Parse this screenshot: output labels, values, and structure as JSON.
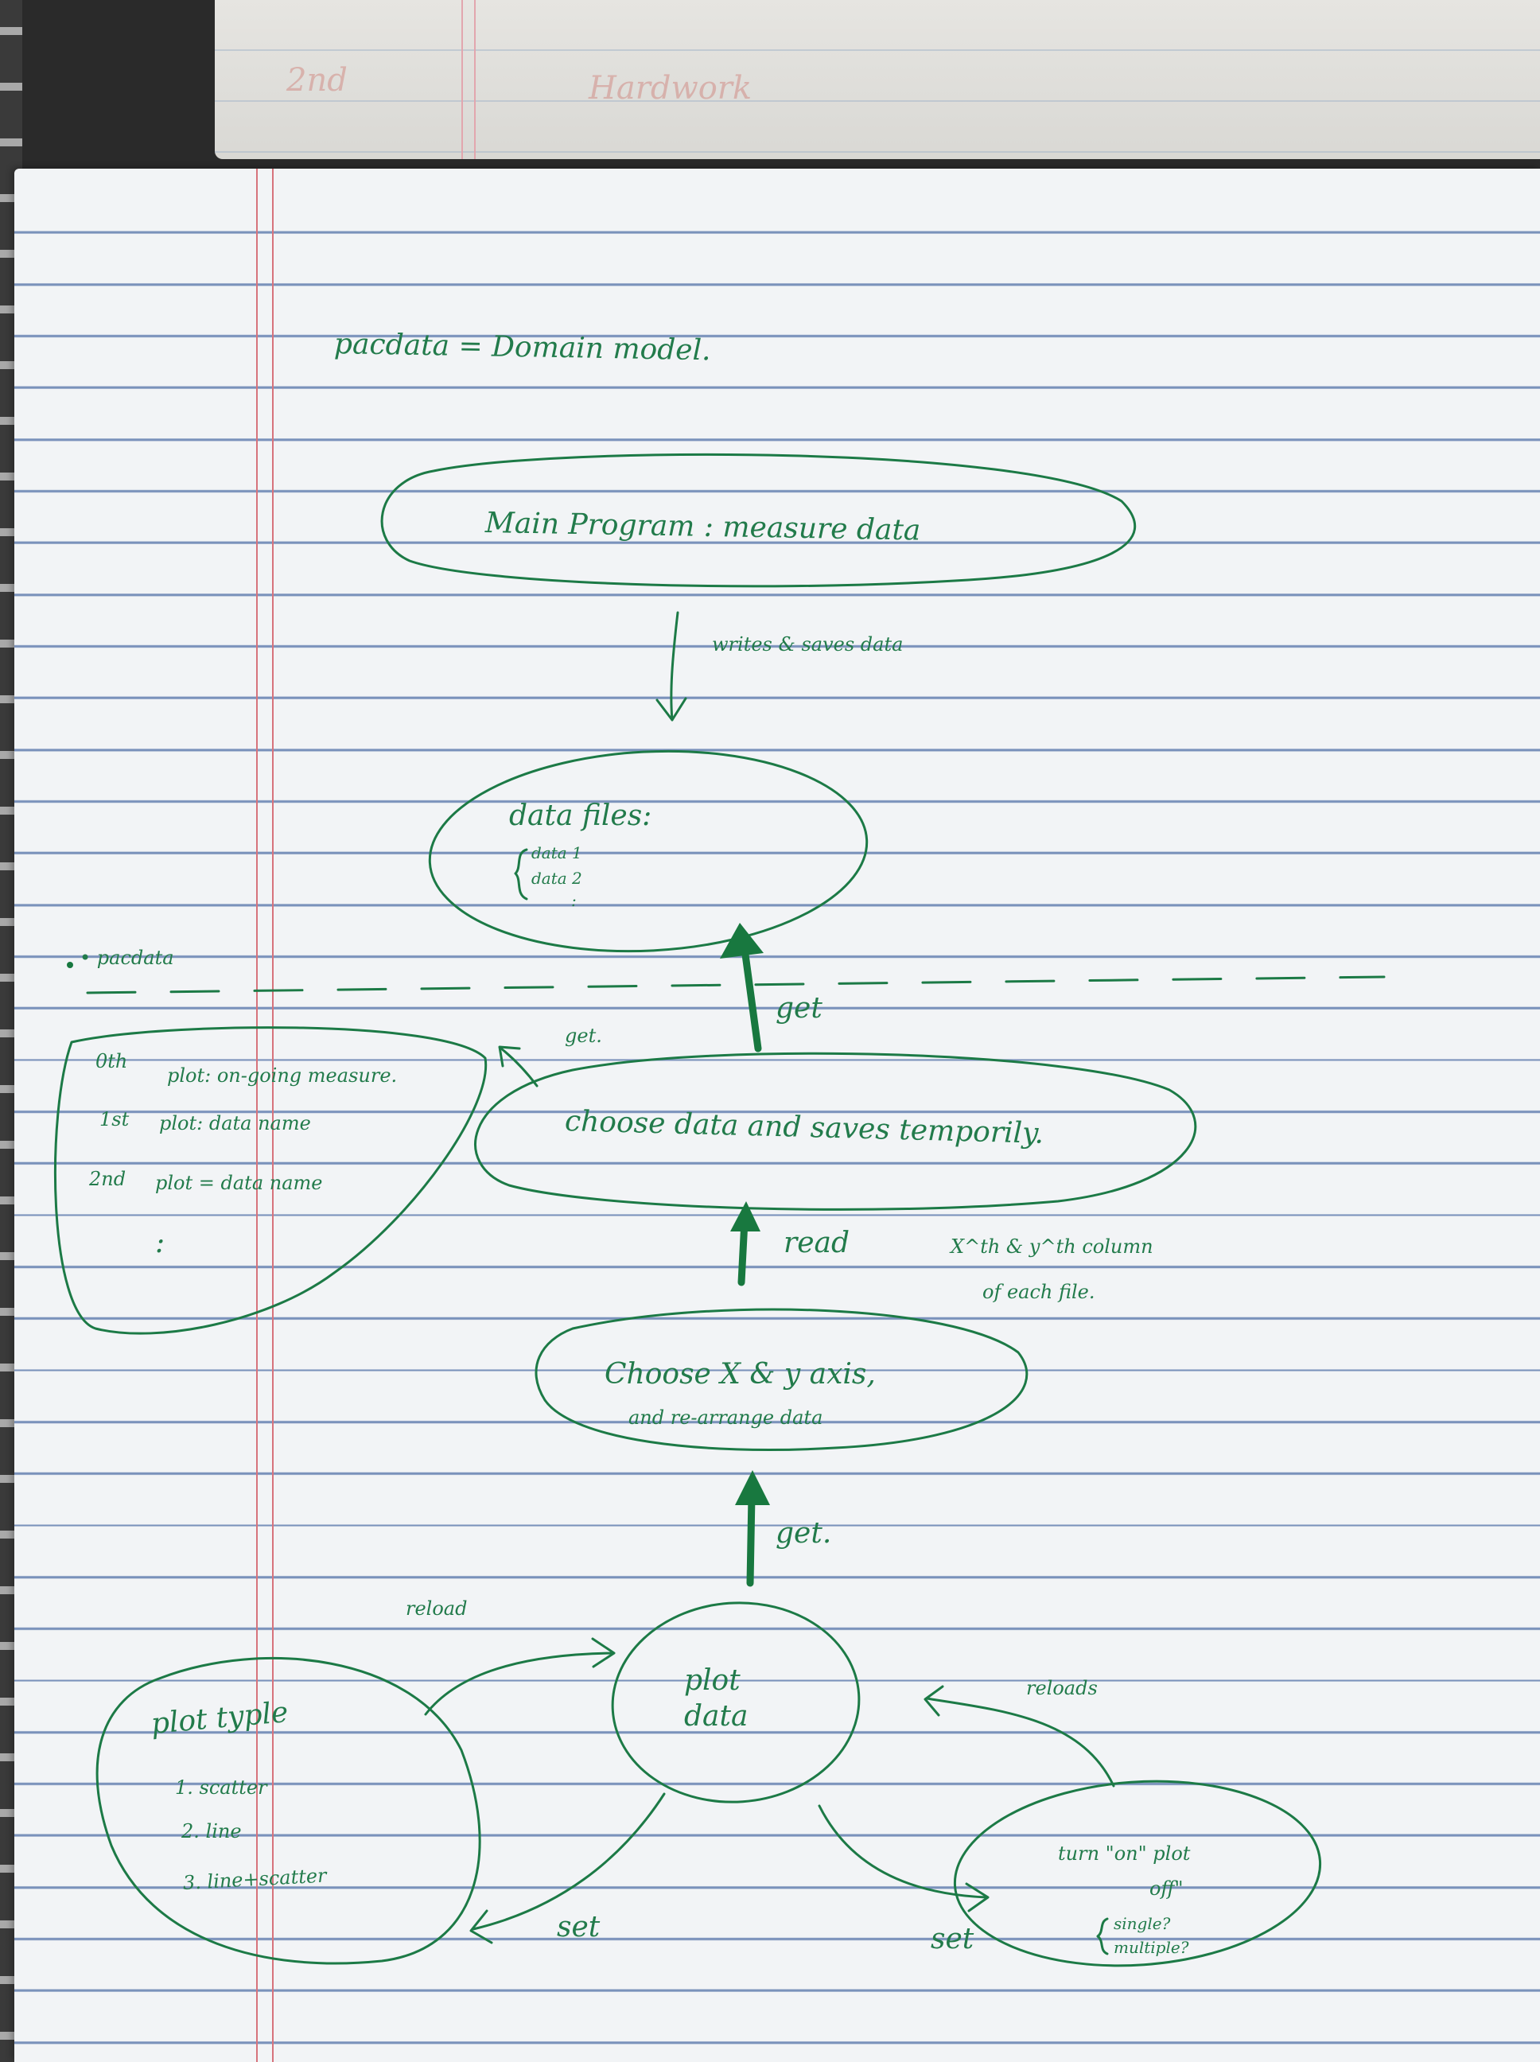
{
  "top_page": {
    "faint_text_1": "2nd",
    "faint_text_2": "Hardwork"
  },
  "header_note": "pacdata = Domain model.",
  "nodes": {
    "main_program": "Main Program : measure data",
    "data_files": {
      "title": "data files:",
      "items": [
        "data 1",
        "data 2",
        ":"
      ]
    },
    "choose_data": "choose data and saves temporily.",
    "choose_axis": {
      "line1": "Choose X & y axis,",
      "line2": "and re-arrange data"
    },
    "plot_data": {
      "line1": "plot",
      "line2": "data"
    },
    "plot_type": {
      "title": "plot typle",
      "items": [
        "1. scatter",
        "2. line",
        "3. line+scatter"
      ]
    },
    "turn_on_off": {
      "line1": "turn \"on\" plot",
      "line2": "off\"",
      "items": [
        "single?",
        "multiple?"
      ]
    },
    "pacdata_plots": {
      "rows": [
        {
          "ordinal": "0th",
          "label": "plot: on-going measure."
        },
        {
          "ordinal": "1st",
          "label": "plot: data name"
        },
        {
          "ordinal": "2nd",
          "label": "plot = data name"
        }
      ],
      "ellipsis": ":"
    }
  },
  "section_label": "• pacdata",
  "edges": {
    "writes": "writes & saves data",
    "get_data_files": "get",
    "get_pacdata": "get.",
    "read": "read",
    "read_detail_1": "X^th & y^th column",
    "read_detail_2": "of each file.",
    "get_axis": "get.",
    "reload": "reload",
    "reloads": "reloads",
    "set_left": "set",
    "set_right": "set"
  },
  "colors": {
    "ink": "#1c7a46",
    "paper": "#f2f4f6",
    "rule": "#5c79ac",
    "margin": "#d7737c"
  }
}
